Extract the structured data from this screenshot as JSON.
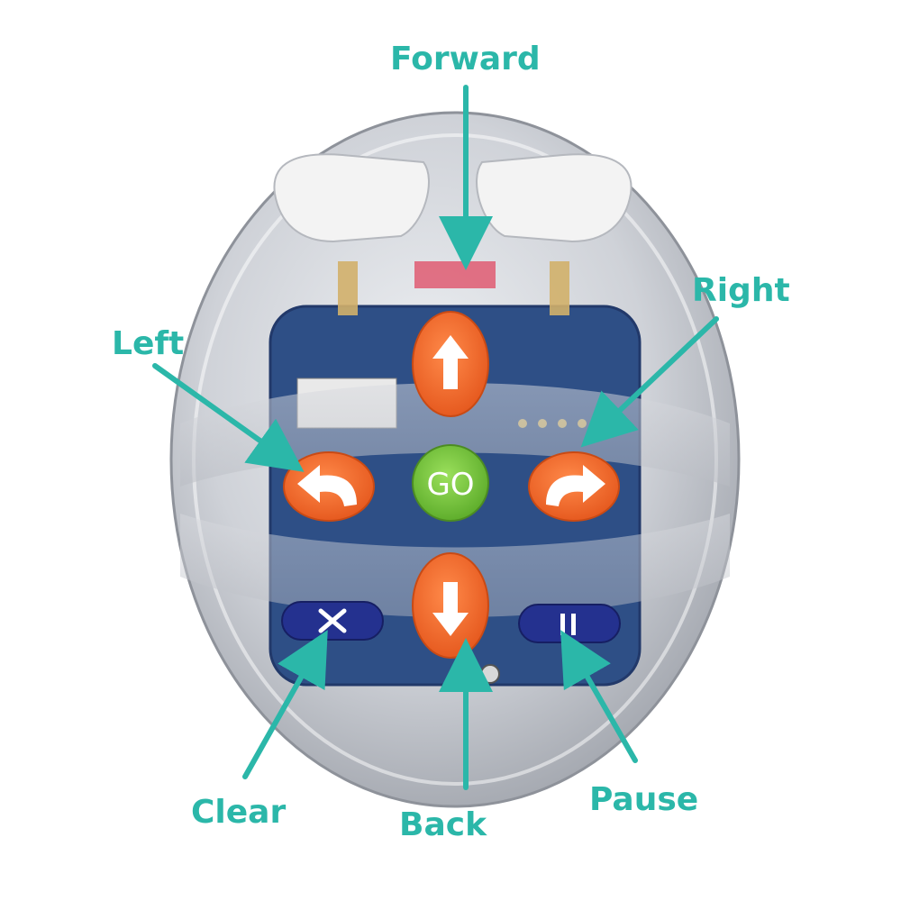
{
  "colors": {
    "label": "#2bb7a9",
    "arrow": "#2bb7a9",
    "shell": "#c9ccd3",
    "board": "#2e4f86",
    "direction_button": "#f0662a",
    "go_button": "#7ac943",
    "clear_pause_button": "#24318f"
  },
  "labels": {
    "forward": "Forward",
    "right": "Right",
    "left": "Left",
    "clear": "Clear",
    "back": "Back",
    "pause": "Pause"
  },
  "buttons": {
    "go": "GO",
    "forward_icon": "arrow-up-icon",
    "back_icon": "arrow-down-icon",
    "left_icon": "turn-left-icon",
    "right_icon": "turn-right-icon",
    "clear_icon": "x-icon",
    "pause_icon": "pause-icon"
  }
}
